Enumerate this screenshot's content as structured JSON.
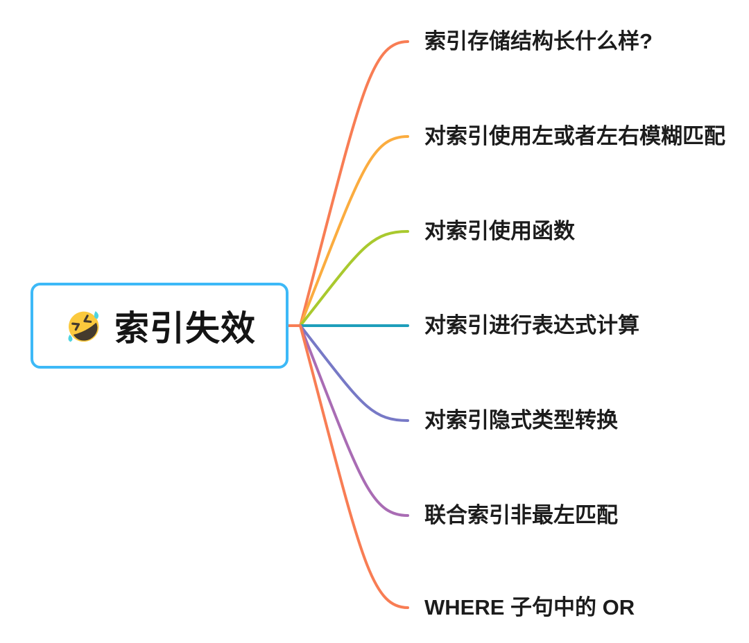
{
  "root": {
    "label": "索引失效",
    "emoji_icon": "rofl-laughing-tears-emoji",
    "border_color": "#3DB9F7",
    "connector_color": "#F87D54",
    "emoji_face_color": "#FBC93D",
    "emoji_mouth_color": "#443A2D",
    "emoji_tear_color": "#4ED4E2"
  },
  "branches": [
    {
      "label": "索引存储结构长什么样?",
      "color": "#F87D54"
    },
    {
      "label": "对索引使用左或者左右模糊匹配",
      "color": "#FBAC3F"
    },
    {
      "label": "对索引使用函数",
      "color": "#A9C92E"
    },
    {
      "label": "对索引进行表达式计算",
      "color": "#1E9EBB"
    },
    {
      "label": "对索引隐式类型转换",
      "color": "#7779C6"
    },
    {
      "label": "联合索引非最左匹配",
      "color": "#A96CB4"
    },
    {
      "label": "WHERE 子句中的 OR",
      "color": "#F87D54"
    }
  ]
}
